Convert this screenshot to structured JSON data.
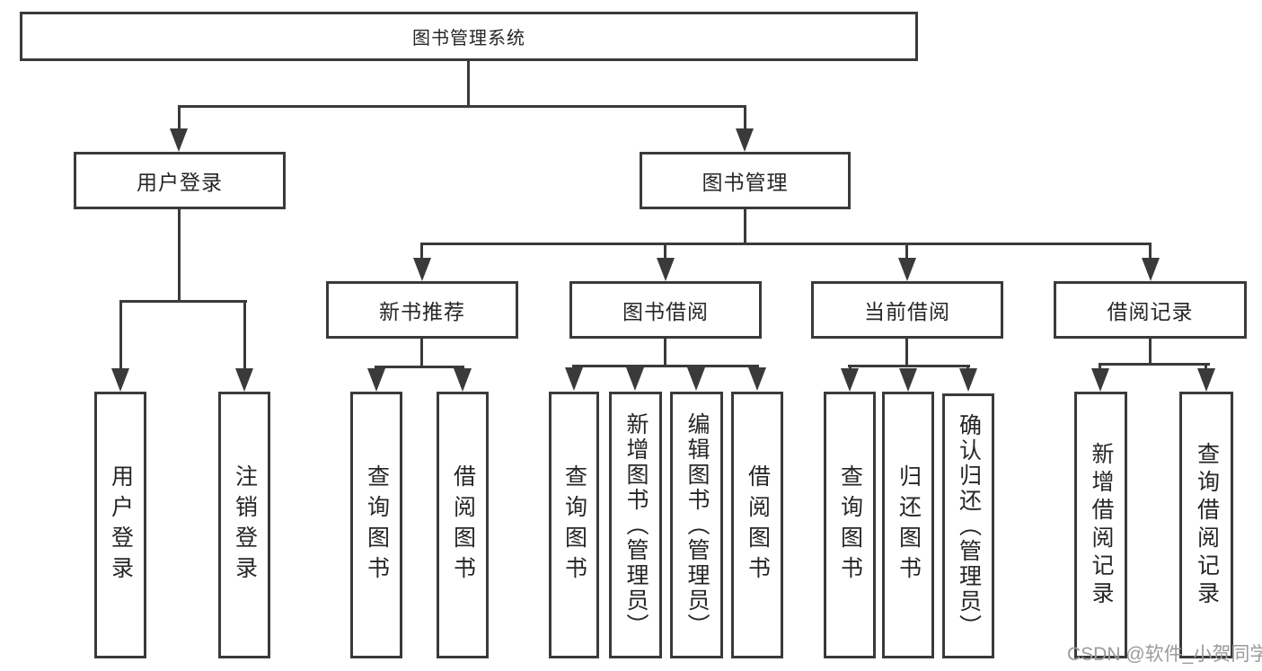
{
  "nodes": {
    "root": {
      "label": "图书管理系统"
    },
    "login": {
      "label": "用户登录"
    },
    "mgmt": {
      "label": "图书管理"
    },
    "rec": {
      "label": "新书推荐"
    },
    "borrow": {
      "label": "图书借阅"
    },
    "current": {
      "label": "当前借阅"
    },
    "records": {
      "label": "借阅记录"
    },
    "leaf_login": {
      "label": "用户登录"
    },
    "leaf_logout": {
      "label": "注销登录"
    },
    "rec_query": {
      "label": "查询图书"
    },
    "rec_borrow": {
      "label": "借阅图书"
    },
    "borrow_query": {
      "label": "查询图书"
    },
    "borrow_add": {
      "label": "新增图书（管理员）"
    },
    "borrow_edit": {
      "label": "编辑图书（管理员）"
    },
    "borrow_lend": {
      "label": "借阅图书"
    },
    "cur_query": {
      "label": "查询图书"
    },
    "cur_return": {
      "label": "归还图书"
    },
    "cur_confirm": {
      "label": "确认归还（管理员）"
    },
    "records_add": {
      "label": "新增借阅记录"
    },
    "records_query": {
      "label": "查询借阅记录"
    }
  },
  "watermark": {
    "text": "CSDN @软件_小贺同学"
  },
  "colors": {
    "line": "#3a3a3a",
    "text": "#262626",
    "watermark": "#9b9b9b",
    "background": "#ffffff"
  }
}
